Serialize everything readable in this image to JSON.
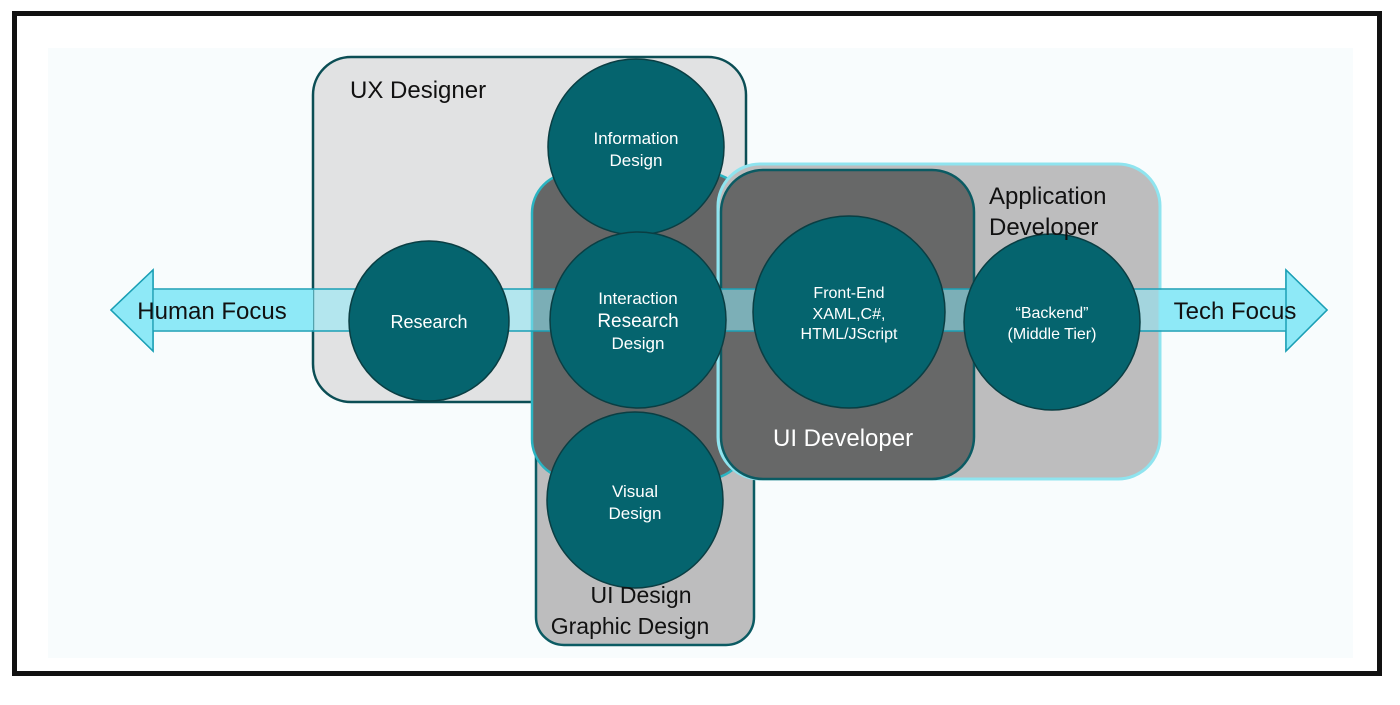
{
  "axis": {
    "left_label": "Human Focus",
    "right_label": "Tech Focus"
  },
  "groups": {
    "ux_designer": "UX Designer",
    "application_developer_line1": "Application",
    "application_developer_line2": "Developer",
    "ui_developer": "UI Developer",
    "ui_design_line1": "UI Design",
    "ui_design_line2": "Graphic Design"
  },
  "circles": {
    "information_design": [
      "Information",
      "Design"
    ],
    "research": [
      "Research"
    ],
    "interaction_research_design": [
      "Interaction",
      "Research",
      "Design"
    ],
    "visual_design": [
      "Visual",
      "Design"
    ],
    "front_end": [
      "Front-End",
      "XAML,C#,",
      "HTML/JScript"
    ],
    "backend": [
      "“Backend”",
      "(Middle Tier)"
    ]
  },
  "colors": {
    "circle_fill": "#05646e",
    "arrow_fill": "#8ee9f7",
    "arrow_stroke": "#1b9fb5",
    "group_border": "#0b4e55",
    "app_dev_border": "#8fe4ef"
  }
}
